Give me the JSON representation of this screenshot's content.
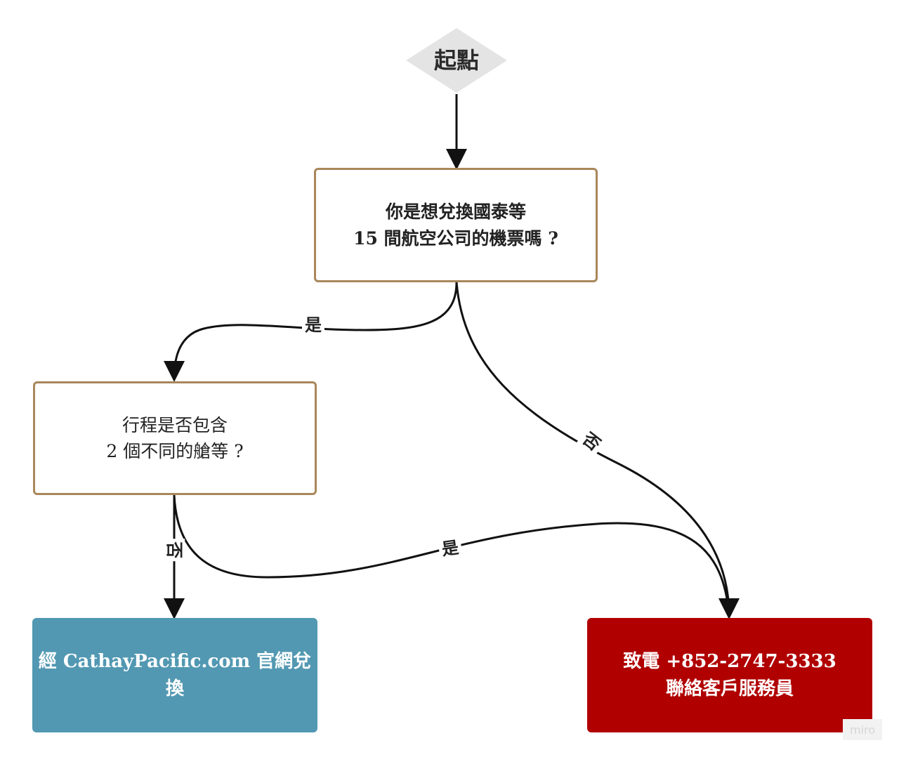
{
  "nodes": {
    "start": {
      "label": "起點"
    },
    "question_1": {
      "line_1": "你是想兌換國泰等",
      "line_2": "15 間航空公司的機票嗎 ?"
    },
    "question_2": {
      "line_1": "行程是否包含",
      "line_2": "2 個不同的艙等 ?"
    },
    "result_web": {
      "label": "經 CathayPacific.com 官網兌換"
    },
    "result_call": {
      "line_1": "致電 +852-2747-3333",
      "line_2": "聯絡客戶服務員"
    }
  },
  "edges": {
    "q1_yes": "是",
    "q1_no": "否",
    "q2_no": "否",
    "q2_yes": "是"
  },
  "watermark": "miro",
  "colors": {
    "outline": "#a9875a",
    "web": "#5298b2",
    "call": "#b00000",
    "start_fill": "#e4e4e4"
  }
}
